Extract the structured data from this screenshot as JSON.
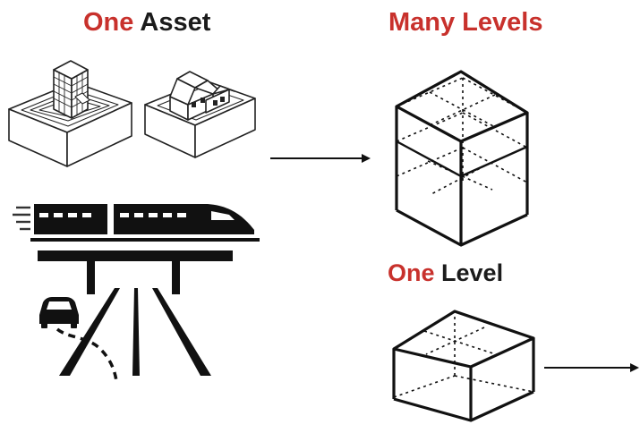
{
  "headings": {
    "one_asset": {
      "highlight": "One",
      "rest": "Asset"
    },
    "many_levels": {
      "text": "Many Levels"
    },
    "one_level": {
      "highlight": "One",
      "rest": "Level"
    }
  },
  "colors": {
    "accent": "#c8312c",
    "ink": "#111111",
    "background": "#ffffff"
  },
  "icons": [
    "building-block-icon",
    "house-block-icon",
    "train-bridge-icon",
    "car-icon",
    "multi-level-cube-icon",
    "single-level-cube-icon",
    "arrow-right-icon"
  ]
}
